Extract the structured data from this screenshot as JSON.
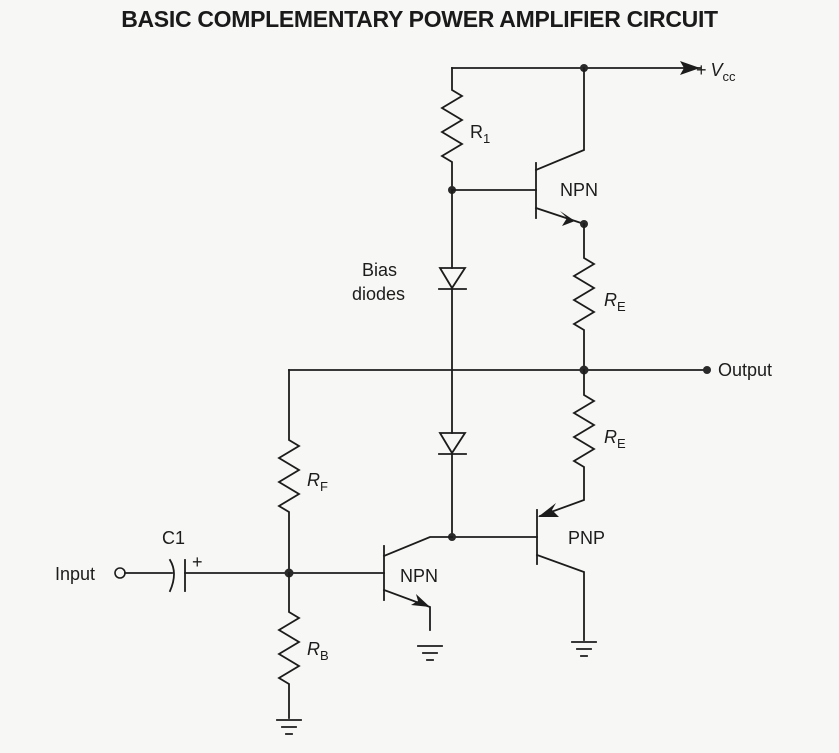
{
  "title": "BASIC COMPLEMENTARY POWER AMPLIFIER CIRCUIT",
  "labels": {
    "vcc_plus": "+",
    "vcc_v": "V",
    "vcc_sub": "cc",
    "r1": "R",
    "r1_sub": "1",
    "npn_top": "NPN",
    "bias_line1": "Bias",
    "bias_line2": "diodes",
    "re_top": "R",
    "re_top_sub": "E",
    "output": "Output",
    "re_bottom": "R",
    "re_bottom_sub": "E",
    "rf": "R",
    "rf_sub": "F",
    "pnp": "PNP",
    "c1": "C1",
    "c1_plus": "+",
    "input": "Input",
    "npn_driver": "NPN",
    "rb": "R",
    "rb_sub": "B"
  },
  "components": [
    {
      "id": "R1",
      "type": "resistor"
    },
    {
      "id": "Q1",
      "type": "npn-transistor",
      "role": "output-upper"
    },
    {
      "id": "RE1",
      "type": "resistor"
    },
    {
      "id": "D1",
      "type": "diode",
      "role": "bias"
    },
    {
      "id": "D2",
      "type": "diode",
      "role": "bias"
    },
    {
      "id": "RE2",
      "type": "resistor"
    },
    {
      "id": "Q2",
      "type": "pnp-transistor",
      "role": "output-lower"
    },
    {
      "id": "RF",
      "type": "resistor",
      "role": "feedback"
    },
    {
      "id": "C1",
      "type": "polarized-capacitor",
      "role": "input-coupling"
    },
    {
      "id": "Q3",
      "type": "npn-transistor",
      "role": "driver"
    },
    {
      "id": "RB",
      "type": "resistor",
      "role": "base-bias"
    }
  ]
}
